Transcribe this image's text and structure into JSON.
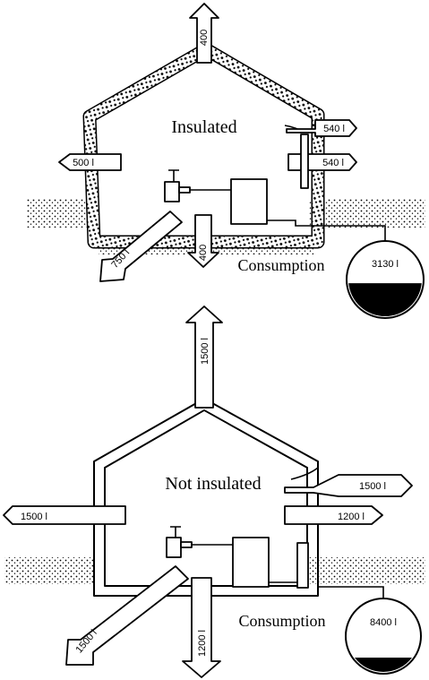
{
  "insulated": {
    "title": "Insulated",
    "consumption_label": "Consumption",
    "arrows": {
      "roof": "400",
      "gutter": "540 l",
      "wall_left": "500 l",
      "wall_right": "540 l",
      "floor_diag": "750 l",
      "floor_down": "400"
    },
    "tank": {
      "value": "3130 l",
      "fill_fraction": 0.45
    }
  },
  "not_insulated": {
    "title": "Not insulated",
    "consumption_label": "Consumption",
    "arrows": {
      "roof": "1500 l",
      "gutter": "1500 l",
      "wall_left": "1500 l",
      "wall_right": "1200 l",
      "floor_diag": "1500 l",
      "floor_down": "1200 l"
    },
    "tank": {
      "value": "8400 l",
      "fill_fraction": 0.2
    }
  }
}
